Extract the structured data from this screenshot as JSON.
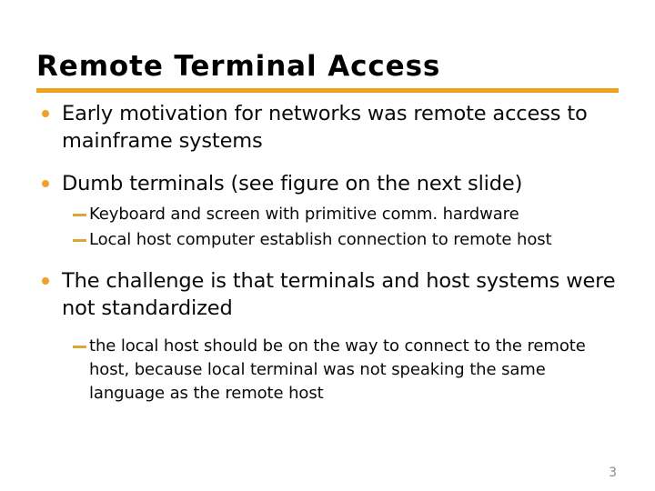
{
  "slide": {
    "title": "Remote Terminal Access",
    "page_number": "3",
    "accent_color": "#F0A11E",
    "bullet_color": "#F0A12A",
    "dash_color": "#E0A437",
    "text_color": "#0a0a0a",
    "background_color": "#ffffff",
    "page_number_color": "#8a8a8a"
  },
  "content": {
    "bullets": [
      {
        "level": 1,
        "marker": "round-bullet",
        "text": "Early motivation for networks was remote access to mainframe systems"
      },
      {
        "level": 1,
        "marker": "round-bullet",
        "text": "Dumb terminals (see figure on the next slide)"
      },
      {
        "level": 2,
        "marker": "em-dash",
        "text": "Keyboard and screen with primitive comm. hardware"
      },
      {
        "level": 2,
        "marker": "em-dash",
        "text": "Local host computer establish connection to remote host"
      },
      {
        "level": 1,
        "marker": "round-bullet",
        "text": "The challenge is that terminals and host systems were not standardized"
      },
      {
        "level": 2,
        "marker": "em-dash",
        "text": "the local host should be on the way to connect to the remote host, because local terminal was not speaking the same language as the remote host"
      }
    ]
  }
}
